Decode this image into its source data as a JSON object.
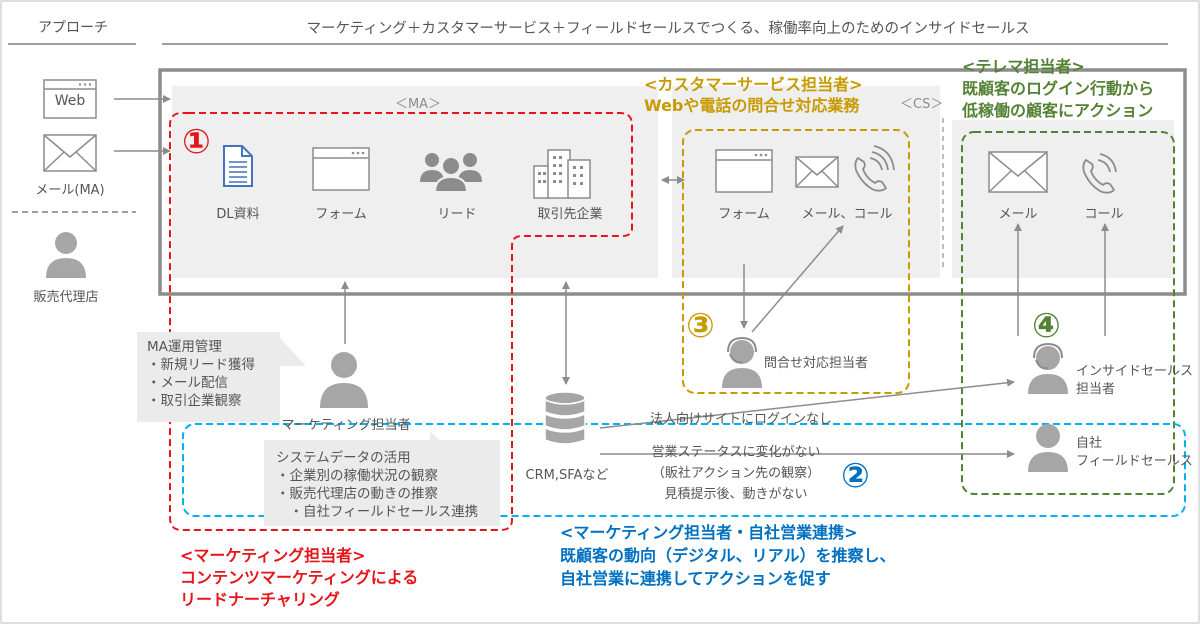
{
  "header": {
    "left_title": "アプローチ",
    "main_title": "マーケティング＋カスタマーサービス＋フィールドセールスでつくる、稼働率向上のためのインサイドセールス"
  },
  "approach": {
    "web_label": "Web",
    "mail_label": "メール(MA)",
    "agency_label": "販売代理店"
  },
  "sections": {
    "ma_label": "＜MA＞",
    "cs_label": "＜CS＞"
  },
  "ma_items": {
    "dl": "DL資料",
    "form": "フォーム",
    "lead": "リード",
    "client": "取引先企業"
  },
  "cs_items": {
    "form": "フォーム",
    "mail_call": "メール、コール"
  },
  "tele_items": {
    "mail": "メール",
    "call": "コール"
  },
  "numbers": {
    "n1": "①",
    "n2": "②",
    "n3": "③",
    "n4": "④"
  },
  "headings": {
    "cs_line1": "<カスタマーサービス担当者>",
    "cs_line2": "Webや電話の問合せ対応業務",
    "tele_line1": "<テレマ担当者>",
    "tele_line2": "既顧客のログイン行動から",
    "tele_line3": "低稼働の顧客にアクション",
    "mkt_line1": "<マーケティング担当者>",
    "mkt_line2": "コンテンツマーケティングによる",
    "mkt_line3": "リードナーチャリング",
    "collab_line1": "<マーケティング担当者・自社営業連携>",
    "collab_line2": "既顧客の動向（デジタル、リアル）を推察し、",
    "collab_line3": "自社営業に連携してアクションを促す"
  },
  "callouts": {
    "ma_ops": [
      "MA運用管理",
      "・新規リード獲得",
      "・メール配信",
      "・取引企業観察"
    ],
    "system_data": [
      "システムデータの活用",
      "・企業別の稼働状況の観察",
      "・販売代理店の動きの推察",
      "　・自社フィールドセールス連携"
    ]
  },
  "people": {
    "marketing": "マーケティング担当者",
    "inquiry": "問合せ対応担当者",
    "inside_sales_1": "インサイドセールス",
    "inside_sales_2": "担当者",
    "field_sales_1": "自社",
    "field_sales_2": "フィールドセールス"
  },
  "crm": {
    "label": "CRM,SFAなど"
  },
  "flows": {
    "login": "法人向けサイトにログインなし",
    "status_1": "営業ステータスに変化がない",
    "status_2": "（販社アクション先の観察）",
    "status_3": "見積提示後、動きがない"
  },
  "colors": {
    "red": "#e8141b",
    "gold": "#c79a00",
    "green": "#548235",
    "blue": "#0070c0",
    "cyan": "#00b0f0",
    "gray": "#8c8c8c"
  }
}
